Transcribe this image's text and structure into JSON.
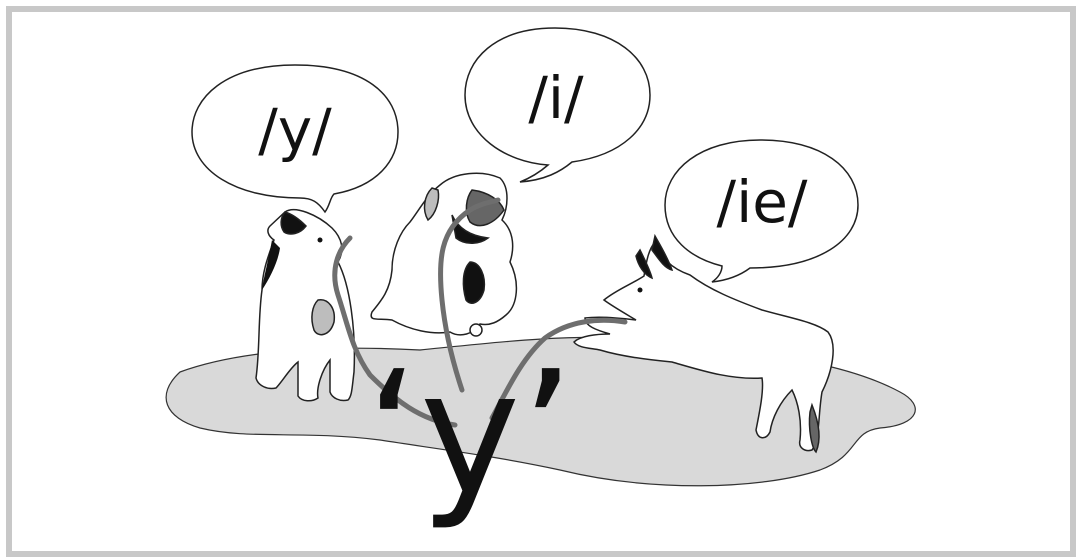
{
  "bubbles": {
    "cat": "/y/",
    "pug": "/i/",
    "dog": "/ie/"
  },
  "center_letter": "‘y’",
  "colors": {
    "frame": "#c8c8c8",
    "puddle": "#d9d9d9",
    "leash": "#6e6e6e",
    "ink": "#111111",
    "fur_grey": "#bdbdbd"
  }
}
